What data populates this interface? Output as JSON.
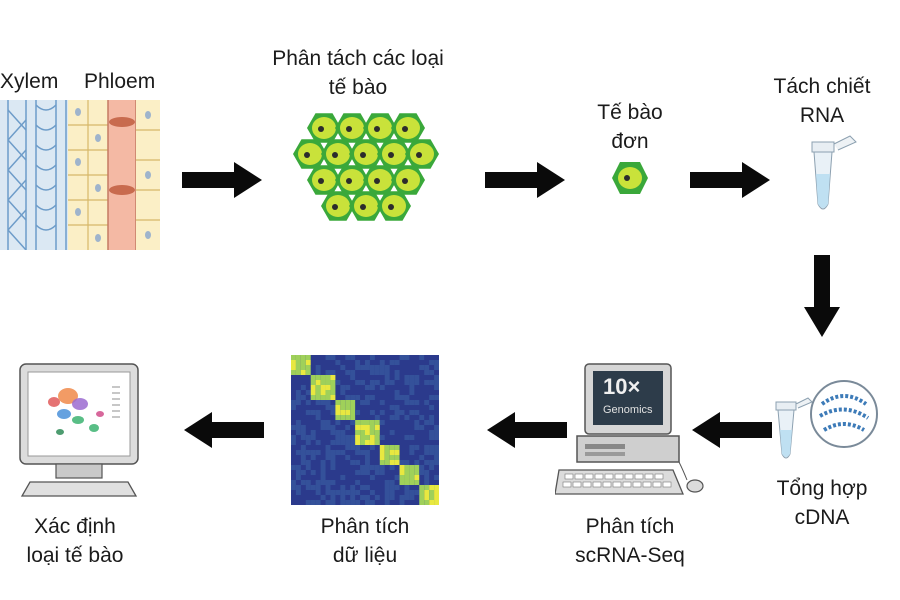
{
  "tissue": {
    "xylem_label": "Xylem",
    "phloem_label": "Phloem"
  },
  "steps": [
    {
      "id": "separate",
      "lines": [
        "Phân tách các loại",
        "tế bào"
      ]
    },
    {
      "id": "single",
      "lines": [
        "Tế bào",
        "đơn"
      ]
    },
    {
      "id": "rna",
      "lines": [
        "Tách chiết",
        "RNA"
      ]
    },
    {
      "id": "cdna",
      "lines": [
        "Tổng hợp",
        "cDNA"
      ]
    },
    {
      "id": "scrna",
      "lines": [
        "Phân tích",
        "scRNA-Seq"
      ]
    },
    {
      "id": "data",
      "lines": [
        "Phân tích",
        "dữ liệu"
      ]
    },
    {
      "id": "identify",
      "lines": [
        "Xác định",
        "loại tế bào"
      ]
    }
  ],
  "monitor": {
    "brand_big": "10×",
    "brand_small": "Genomics"
  },
  "colors": {
    "cell_green": "#3aa83a",
    "cell_fill": "#c9e23a",
    "arrow": "#0a0a0a",
    "heatmap_bg": "#2b3a8c",
    "heatmap_hot": "#e8e840"
  }
}
